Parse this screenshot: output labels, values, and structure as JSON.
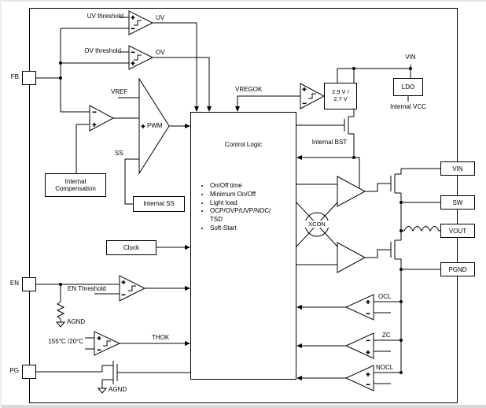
{
  "symbols": {
    "plus": "+",
    "minus": "−"
  },
  "pins": {
    "fb": "FB",
    "en": "EN",
    "pg": "PG",
    "vin": "VIN",
    "sw": "SW",
    "vout": "VOUT",
    "pgnd": "PGND"
  },
  "labels": {
    "uv_threshold": "UV threshold",
    "uv": "UV",
    "ov_threshold": "OV threshold",
    "ov": "OV",
    "vref": "VREF",
    "pwm": "PWM",
    "ss": "SS",
    "internal_compensation": "Internal Compensation",
    "internal_ss": "Internal SS",
    "clock": "Clock",
    "vregok": "VREGOK",
    "vreg_threshold": "2.9 V /\n2.7 V",
    "vin_top": "VIN",
    "ldo": "LDO",
    "internal_vcc": "Internal VCC",
    "internal_bst": "Internal BST",
    "xcon": "XCON",
    "en_threshold": "EN Threshold",
    "temp_threshold": "155°C /20°C",
    "thok": "THOK",
    "agnd_en": "AGND",
    "agnd_pg": "AGND",
    "ocl": "OCL",
    "zc": "ZC",
    "nocl": "NOCL"
  },
  "control_logic": {
    "title": "Control Logic",
    "bullets": [
      "On/Off time",
      "Minimum On/Off",
      "Light load",
      "OCP/OVP/UVP/NOC/\nTSD",
      "Soft-Start"
    ]
  }
}
